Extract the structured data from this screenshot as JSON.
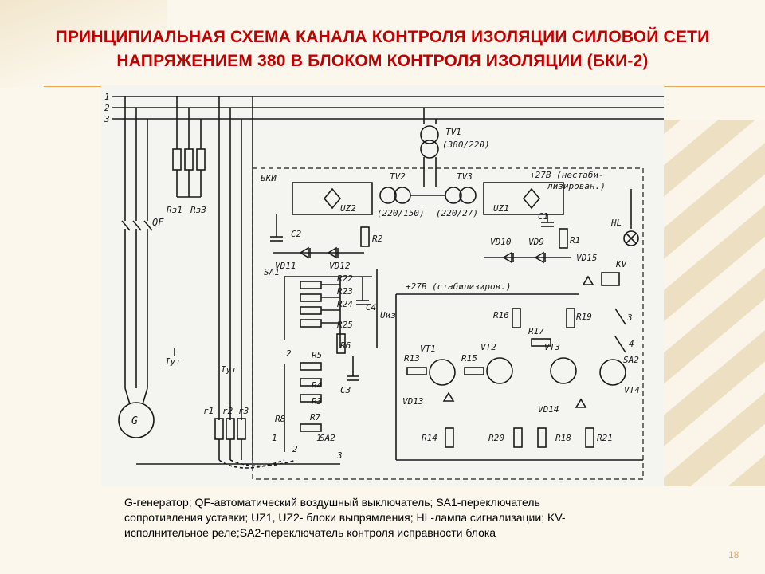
{
  "slide": {
    "title_line1": "ПРИНЦИПИАЛЬНАЯ СХЕМА КАНАЛА КОНТРОЛЯ ИЗОЛЯЦИИ СИЛОВОЙ СЕТИ",
    "title_line2": "НАПРЯЖЕНИЕМ 380 В БЛОКОМ КОНТРОЛЯ ИЗОЛЯЦИИ (БКИ-2)",
    "caption_line1": "G-генератор; QF-автоматический воздушный выключатель; SA1-переключатель",
    "caption_line2": "сопротивления уставки; UZ1, UZ2- блоки выпрямления; HL-лампа сигнализации; KV-",
    "caption_line3": "исполнительное реле;SA2-переключатель контроля исправности блока",
    "page_number": "18"
  },
  "colors": {
    "title": "#c00000",
    "accent": "#e8a85a",
    "ink": "#1a1a1a"
  },
  "diagram": {
    "bus_labels": [
      "1",
      "2",
      "3"
    ],
    "labels": {
      "tv1": "TV1",
      "tv1_ratio": "(380/220)",
      "bki": "БКИ",
      "tv2": "TV2",
      "tv3": "TV3",
      "tv2_ratio": "(220/150)",
      "tv3_ratio": "(220/27)",
      "supply_top": "+27В (нестаби-",
      "supply_top2": "лизирован.)",
      "uz2": "UZ2",
      "uz1": "UZ1",
      "c2": "C2",
      "c1": "C1",
      "vd11": "VD11",
      "vd12": "VD12",
      "vd10": "VD10",
      "vd9": "VD9",
      "r2": "R2",
      "r1": "R1",
      "hl": "HL",
      "kv": "KV",
      "vd15": "VD15",
      "rz1": "Rз1",
      "rz3": "Rз3",
      "qf": "QF",
      "sa1": "SA1",
      "r22": "R22",
      "r23": "R23",
      "r24": "R24",
      "r25": "R25",
      "r6": "R6",
      "c4": "C4",
      "uiz": "Uиз",
      "supply_mid": "+27В (стабилизиров.)",
      "r16": "R16",
      "r17": "R17",
      "r19": "R19",
      "vt1": "VT1",
      "vt2": "VT2",
      "vt3": "VT3",
      "vt4": "VT4",
      "r13": "R13",
      "r15": "R15",
      "vd13": "VD13",
      "vd14": "VD14",
      "r14": "R14",
      "r20": "R20",
      "r18": "R18",
      "r21": "R21",
      "sa2_right": "SA2",
      "sa2_bottom": "SA2",
      "r5": "R5",
      "r4": "R4",
      "r3": "R3",
      "r8": "R8",
      "r7": "R7",
      "c3": "C3",
      "r1_iso": "r1",
      "r2_iso": "r2",
      "r3_iso": "r3",
      "iut1": "Iут",
      "iut2": "Iут",
      "g": "G",
      "n2": "2",
      "n3": "3",
      "n4": "4",
      "n1": "1",
      "n2b": "2",
      "n1b": "1",
      "n3b": "3"
    }
  }
}
